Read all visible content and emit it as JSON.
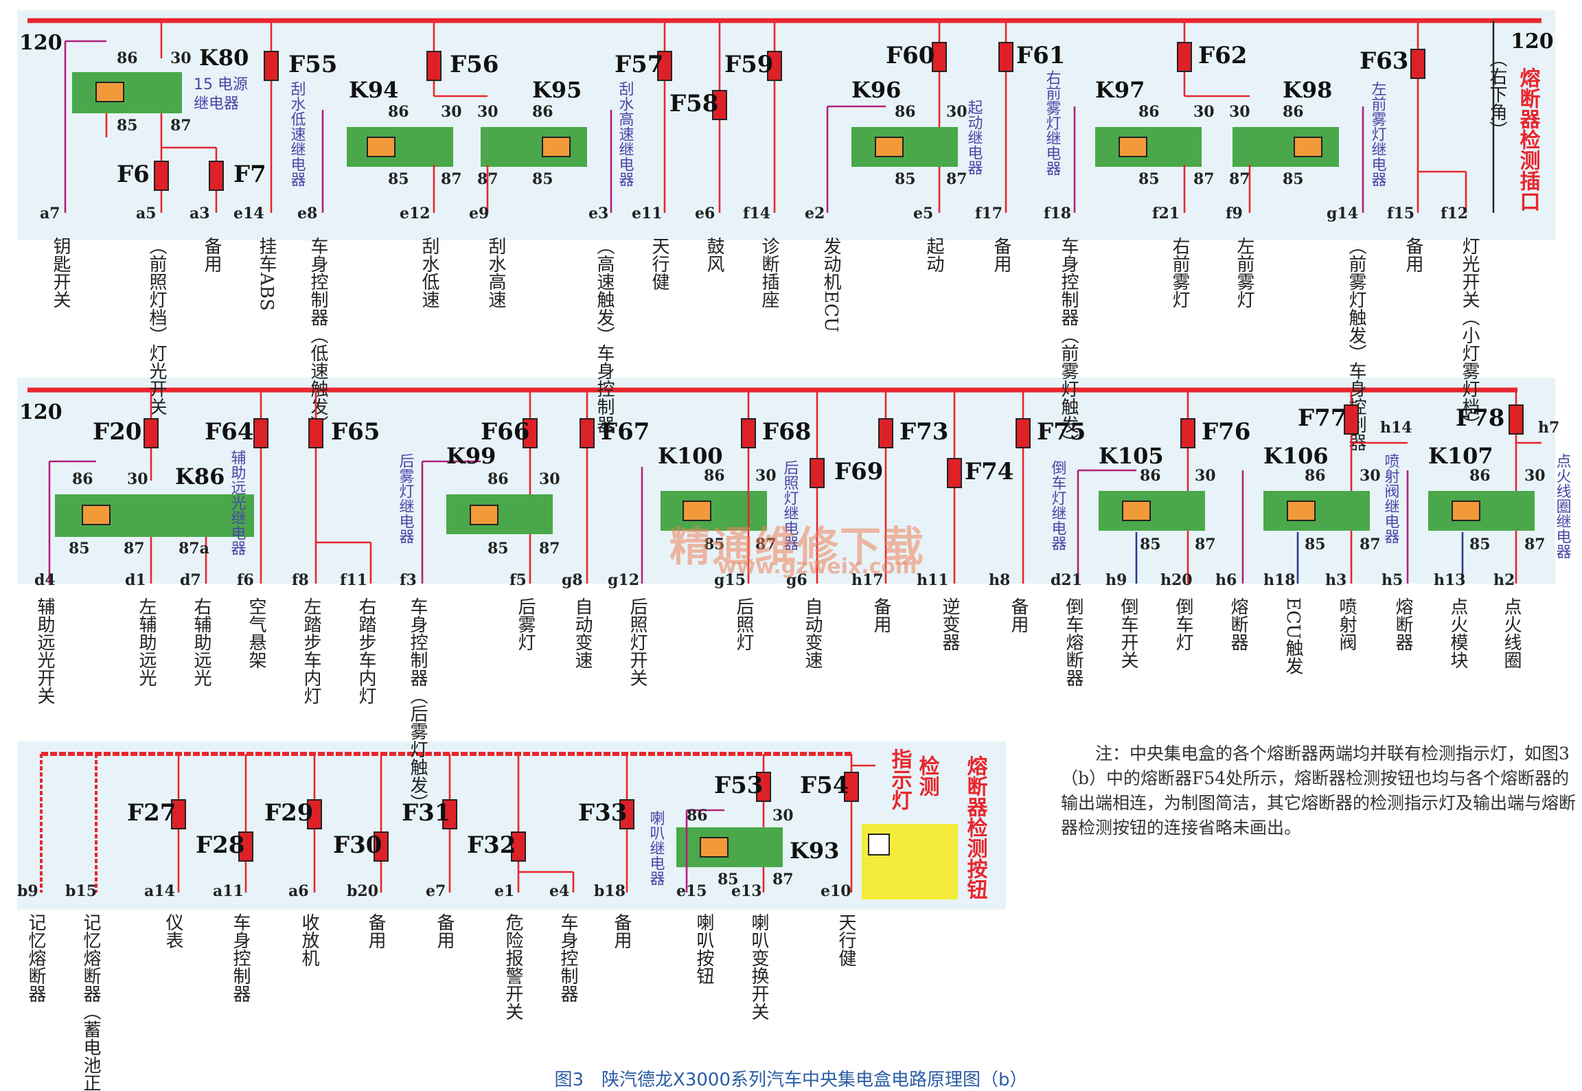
{
  "bus_label": "120",
  "row1": {
    "fuses": [
      "F55",
      "F56",
      "F57",
      "F58",
      "F59",
      "F60",
      "F61",
      "F62",
      "F63",
      "F6",
      "F7"
    ],
    "relays": [
      {
        "name": "K80",
        "desc": "15 电源继电器"
      },
      {
        "name": "K94",
        "desc": "刮水低速继电器"
      },
      {
        "name": "K95",
        "desc": "刮水高速继电器"
      },
      {
        "name": "K96",
        "desc": "起动继电器"
      },
      {
        "name": "K97",
        "desc": "右前雾灯继电器"
      },
      {
        "name": "K98",
        "desc": "左前雾灯继电器"
      }
    ],
    "pins": [
      "a7",
      "a5",
      "a3",
      "e14",
      "e8",
      "e12",
      "e9",
      "e3",
      "e11",
      "e6",
      "f14",
      "e2",
      "e5",
      "f17",
      "f18",
      "f21",
      "f9",
      "g14",
      "f15",
      "f12"
    ],
    "outputs": [
      "钥匙开关",
      "（前照灯档）灯光开关",
      "备用",
      "挂车ABS",
      "车身控制器（低速触发）",
      "刮水低速",
      "刮水高速",
      "（高速触发）车身控制器",
      "天行健",
      "鼓风",
      "诊断插座",
      "发动机ECU",
      "起动",
      "备用",
      "车身控制器（前雾灯触发）",
      "右前雾灯",
      "左前雾灯",
      "（前雾灯触发）车身控制器",
      "备用",
      "灯光开关（小灯雾灯档）"
    ],
    "side_note": "（右下角）",
    "detect_plug": "熔断器检测插口"
  },
  "row2": {
    "fuses": [
      "F20",
      "F64",
      "F65",
      "F66",
      "F67",
      "F68",
      "F69",
      "F73",
      "F74",
      "F75",
      "F76",
      "F77",
      "F78"
    ],
    "relays": [
      {
        "name": "K86",
        "desc": "辅助远光继电器"
      },
      {
        "name": "K99",
        "desc": "后雾灯继电器"
      },
      {
        "name": "K100",
        "desc": "后照灯继电器"
      },
      {
        "name": "K105",
        "desc": "倒车灯继电器"
      },
      {
        "name": "K106",
        "desc": "喷射阀继电器"
      },
      {
        "name": "K107",
        "desc": "点火线圈继电器"
      }
    ],
    "pins": [
      "d4",
      "d1",
      "d7",
      "f6",
      "f8",
      "f11",
      "f3",
      "f5",
      "g8",
      "g12",
      "g15",
      "g6",
      "h17",
      "h11",
      "h8",
      "d21",
      "h9",
      "h20",
      "h6",
      "h18",
      "h3",
      "h5",
      "h13",
      "h2",
      "h14",
      "h7"
    ],
    "outputs": [
      "辅助远光开关",
      "左辅助远光",
      "右辅助远光",
      "空气悬架",
      "左踏步车内灯",
      "右踏步车内灯",
      "车身控制器（后雾灯触发）",
      "后雾灯",
      "自动变速",
      "后照灯开关",
      "后照灯",
      "自动变速",
      "备用",
      "逆变器",
      "备用",
      "倒车熔断器",
      "倒车开关",
      "倒车灯",
      "熔断器",
      "ECU触发",
      "喷射阀",
      "熔断器",
      "点火模块",
      "点火线圈"
    ]
  },
  "row3": {
    "fuses": [
      "F27",
      "F28",
      "F29",
      "F30",
      "F31",
      "F32",
      "F33",
      "F53",
      "F54"
    ],
    "relays": [
      {
        "name": "K93",
        "desc": "喇叭继电器"
      }
    ],
    "pins": [
      "b9",
      "b15",
      "a14",
      "a11",
      "a6",
      "b20",
      "e7",
      "e1",
      "e4",
      "b18",
      "e15",
      "e13",
      "e10"
    ],
    "outputs": [
      "记忆熔断器",
      "记忆熔断器（蓄电池正极）",
      "仪表",
      "车身控制器",
      "收放机",
      "备用",
      "备用",
      "危险报警开关",
      "车身控制器",
      "备用",
      "喇叭按钮",
      "喇叭变换开关",
      "天行健"
    ],
    "indicator": "指示灯",
    "detect": "检测",
    "detect_button": "熔断器检测按钮"
  },
  "note": "注：中央集电盒的各个熔断器两端均并联有检测指示灯，如图3（b）中的熔断器F54处所示，熔断器检测按钮也均与各个熔断器的输出端相连，为制图简洁，其它熔断器的检测指示灯及输出端与熔断器检测按钮的连接省略未画出。",
  "caption": "图3　陕汽德龙X3000系列汽车中央集电盒电路原理图（b）",
  "watermark": "精通维修下载",
  "watermark_url": "www.gzweix.com",
  "colors": {
    "bus": "#e8262d",
    "relay": "#4aa84a",
    "panel": "#e7f3f8",
    "detect_button": "#f4ec3a"
  }
}
